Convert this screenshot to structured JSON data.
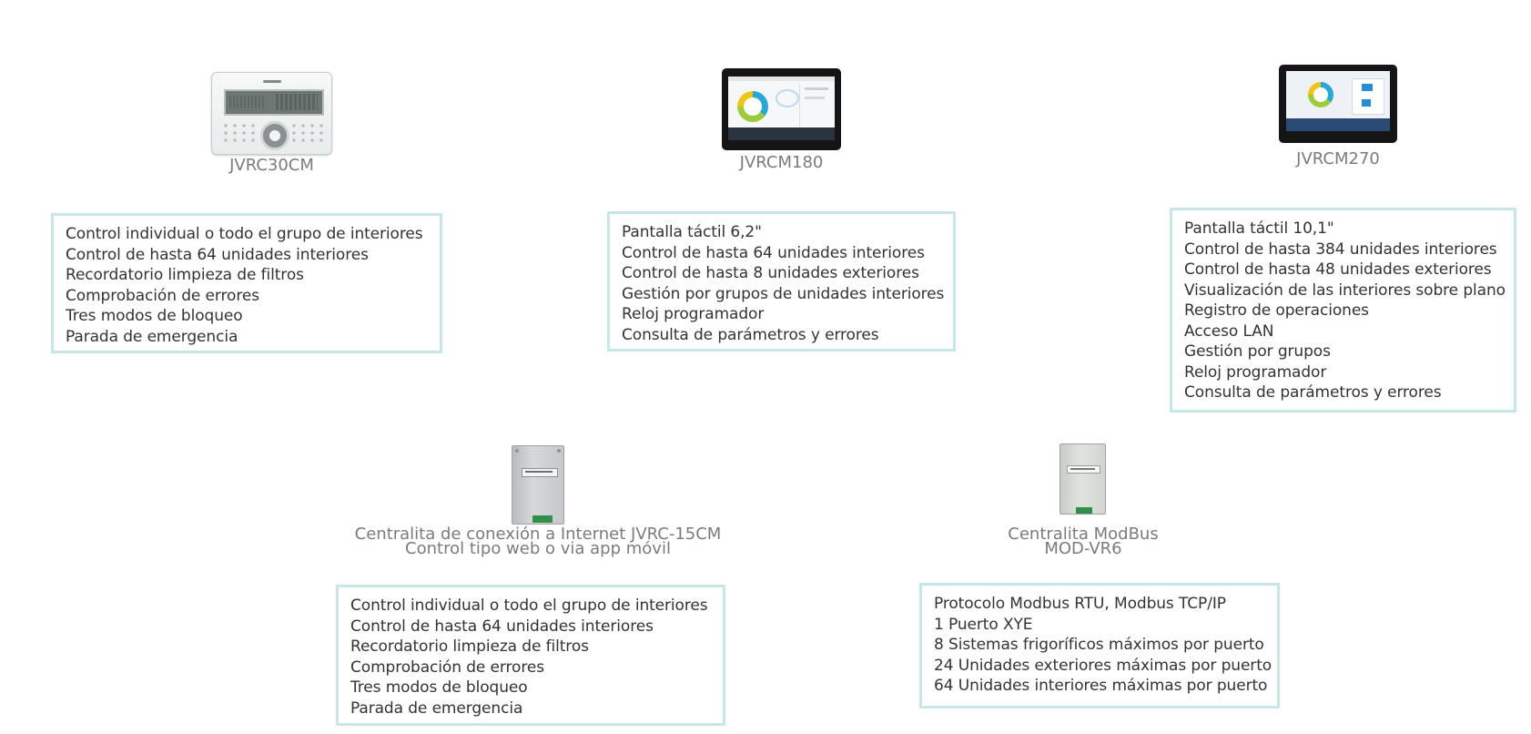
{
  "products": [
    {
      "id": "jvrc30cm",
      "caption": [
        "JVRC30CM"
      ],
      "features": [
        "Control individual o todo el grupo de interiores",
        "Control de hasta 64 unidades interiores",
        "Recordatorio limpieza de filtros",
        "Comprobación de errores",
        "Tres modos de bloqueo",
        "Parada de emergencia"
      ]
    },
    {
      "id": "jvrcm180",
      "caption": [
        "JVRCM180"
      ],
      "features": [
        "Pantalla táctil 6,2\"",
        "Control de hasta 64 unidades interiores",
        "Control de hasta 8 unidades exteriores",
        "Gestión por grupos de unidades interiores",
        "Reloj programador",
        "Consulta de parámetros y errores"
      ]
    },
    {
      "id": "jvrcm270",
      "caption": [
        "JVRCM270"
      ],
      "features": [
        "Pantalla táctil 10,1\"",
        "Control de hasta 384 unidades interiores",
        "Control de hasta 48 unidades exteriores",
        "Visualización de las interiores sobre plano",
        "Registro de operaciones",
        "Acceso LAN",
        "Gestión por grupos",
        "Reloj programador",
        "Consulta de parámetros y errores"
      ]
    },
    {
      "id": "jvrc15cm",
      "caption": [
        "Centralita de conexión a Internet JVRC-15CM",
        "Control tipo web o via app móvil"
      ],
      "features": [
        "Control individual o todo el grupo de interiores",
        "Control de hasta 64 unidades interiores",
        "Recordatorio limpieza de filtros",
        "Comprobación de errores",
        "Tres modos de bloqueo",
        "Parada de emergencia"
      ]
    },
    {
      "id": "modvr6",
      "caption": [
        "Centralita ModBus",
        "MOD-VR6"
      ],
      "features": [
        "Protocolo Modbus RTU, Modbus TCP/IP",
        "1 Puerto XYE",
        "8 Sistemas frigoríficos máximos por puerto",
        "24 Unidades exteriores máximas por puerto",
        "64 Unidades interiores máximas por puerto"
      ]
    }
  ],
  "colors": {
    "box_border": "#c7e6e6",
    "caption_text": "#7b7b7b",
    "body_text": "#333333",
    "ring_green": "#9ccc3c",
    "ring_blue": "#2aa7d6",
    "ring_yellow": "#f0c419"
  }
}
